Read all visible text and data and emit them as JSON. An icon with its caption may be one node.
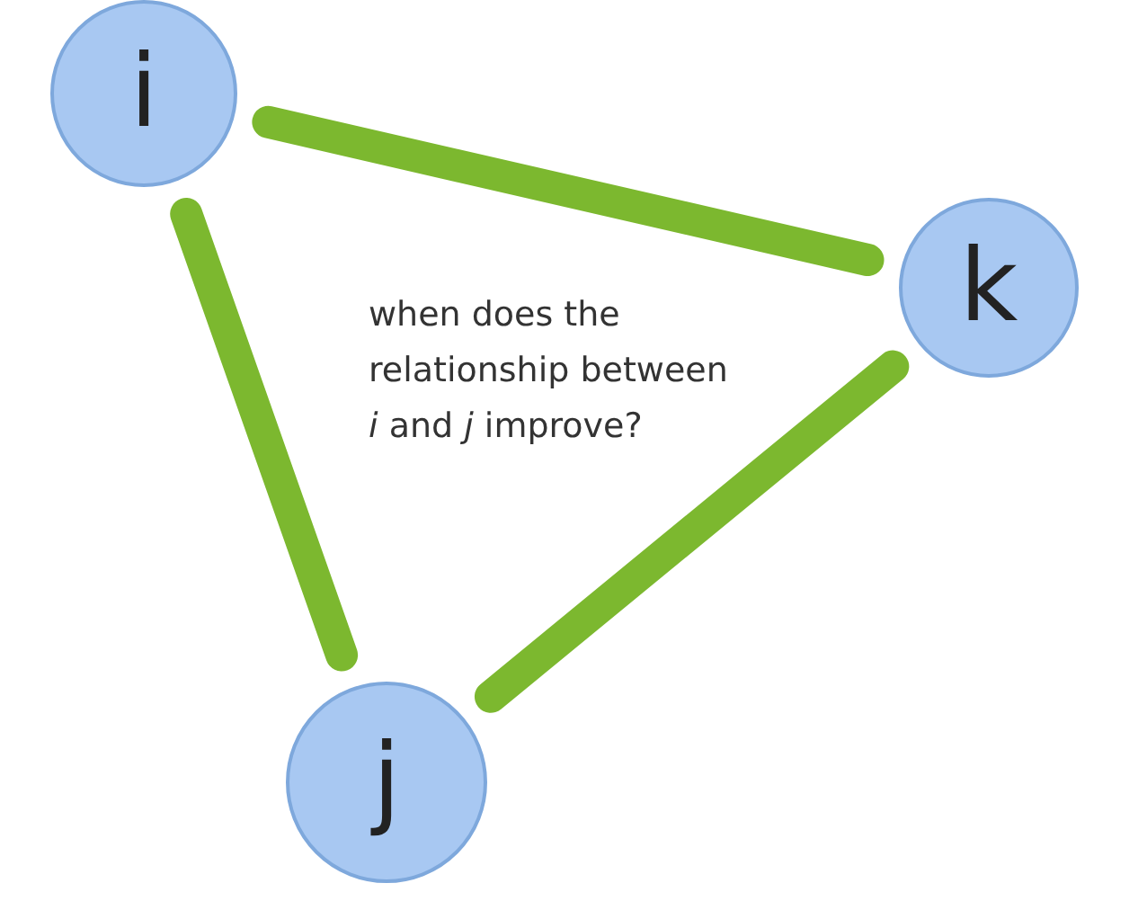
{
  "diagram": {
    "nodes": [
      {
        "text": [
          "i"
        ]
      },
      {
        "text": [
          "k"
        ]
      },
      {
        "text": [
          "j"
        ]
      }
    ],
    "edges": [
      {
        "from": 0,
        "to": 1,
        "arrow": "none"
      },
      {
        "from": 0,
        "to": 2,
        "arrow": "none"
      },
      {
        "from": 2,
        "to": 1,
        "arrow": "none"
      }
    ],
    "labels": [
      "when does the relationship between *i* and *j* improve?"
    ]
  }
}
